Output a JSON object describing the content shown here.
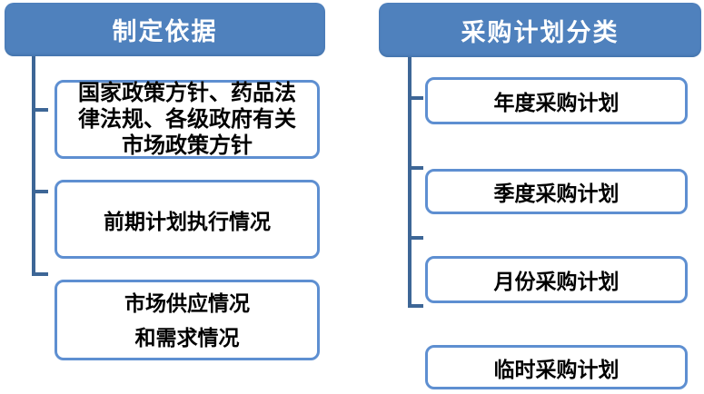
{
  "colors": {
    "header_bg": "#4F81BD",
    "header_text": "#FFFFFF",
    "box_border": "#5E8FD1",
    "box_text": "#000000",
    "connector": "#3D6696",
    "background": "#FFFFFF"
  },
  "left": {
    "title": "制定依据",
    "boxes": [
      {
        "text": "国家政策方针、药品法\n律法规、各级政府有关\n市场政策方针"
      },
      {
        "text": "前期计划执行情况"
      },
      {
        "text": "市场供应情况\n和需求情况"
      }
    ]
  },
  "right": {
    "title": "采购计划分类",
    "boxes": [
      {
        "text": "年度采购计划"
      },
      {
        "text": "季度采购计划"
      },
      {
        "text": "月份采购计划"
      },
      {
        "text": "临时采购计划"
      }
    ]
  }
}
